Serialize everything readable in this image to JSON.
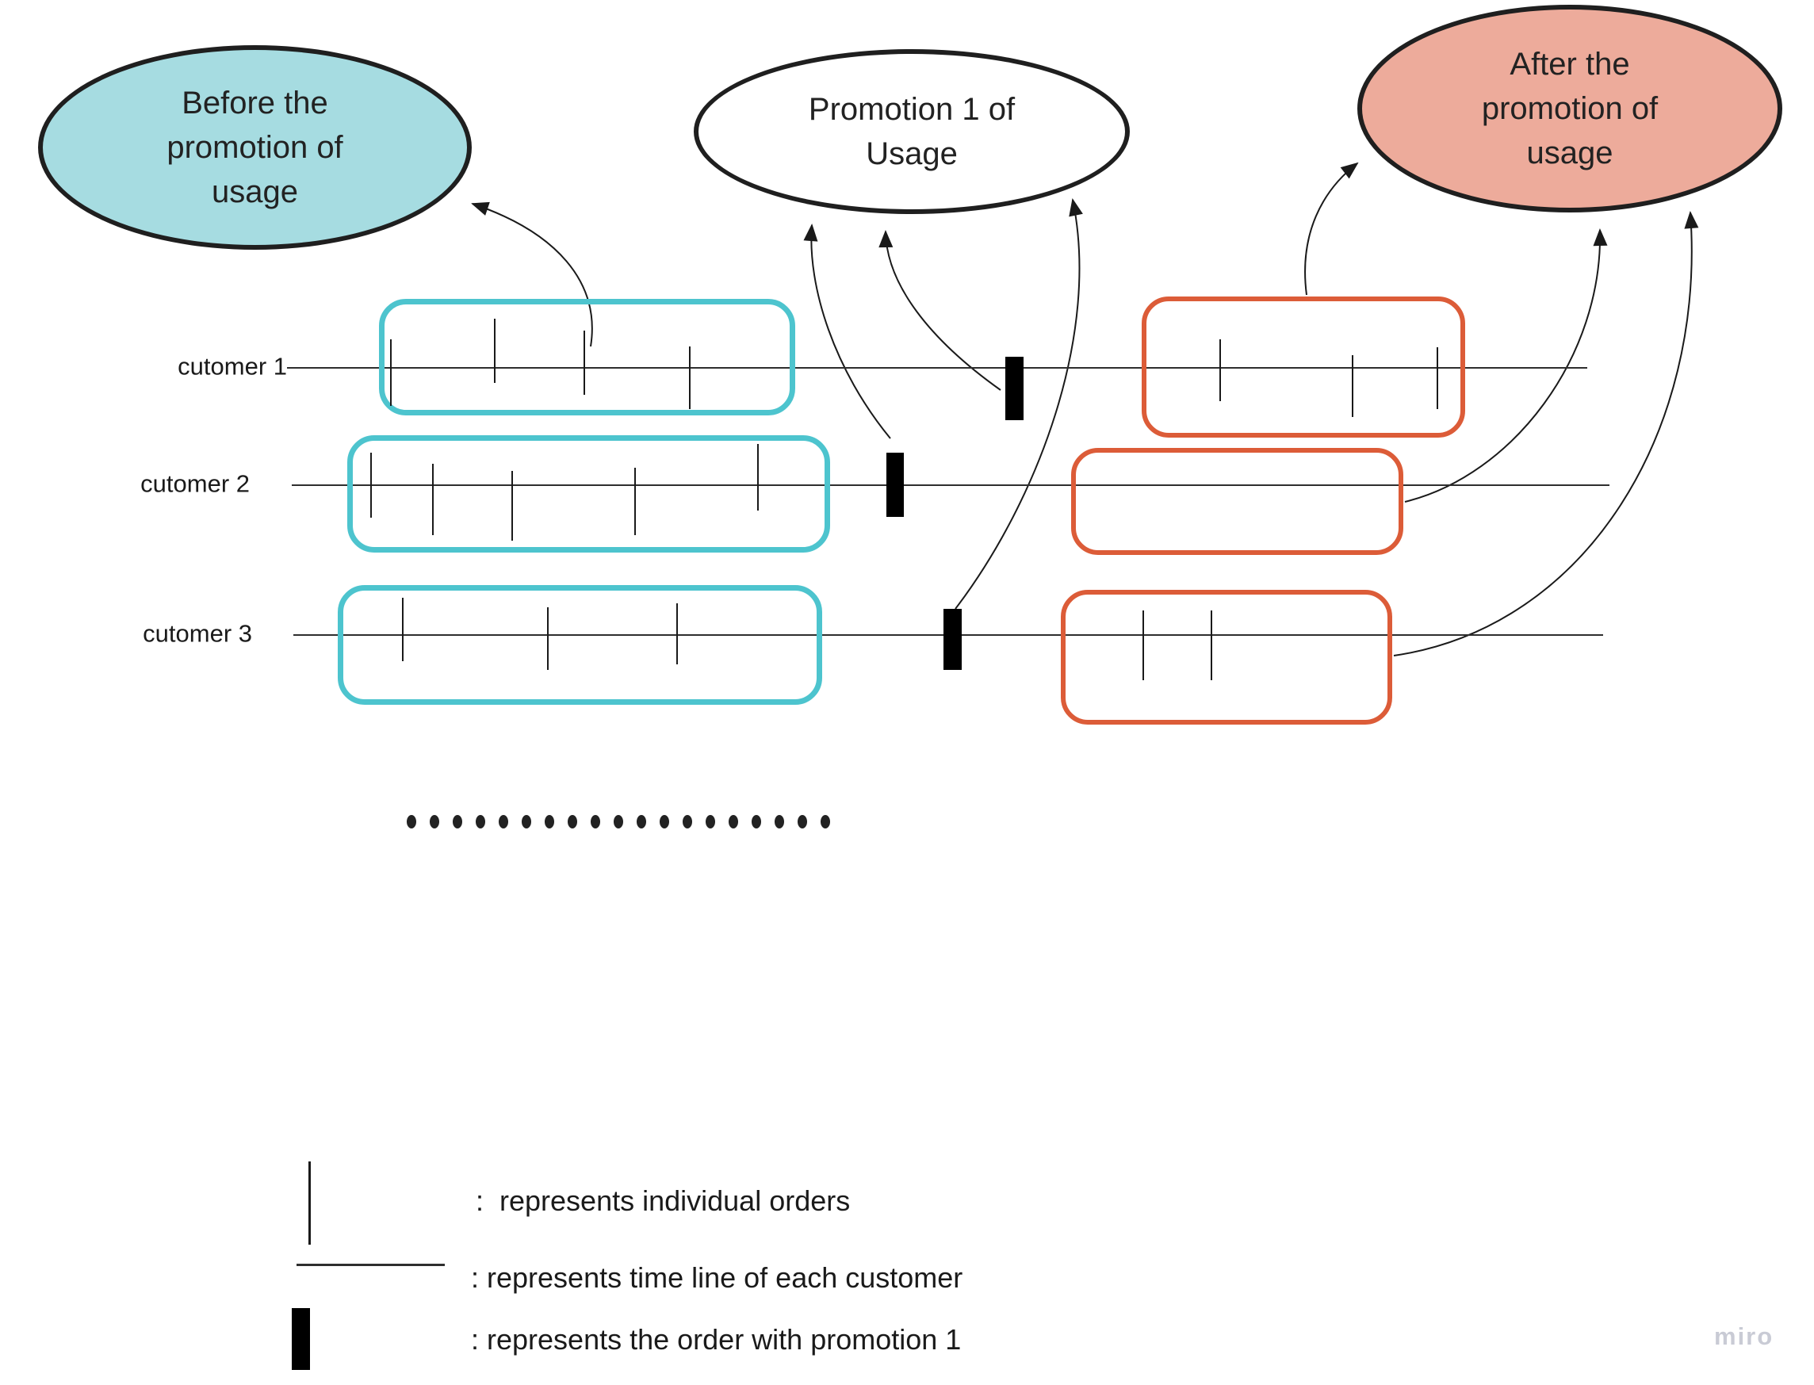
{
  "ellipses": {
    "before": {
      "lines": [
        "Before the",
        "promotion of",
        "usage"
      ],
      "fill": "#a6dce1"
    },
    "promotion": {
      "lines": [
        "Promotion 1 of",
        "Usage"
      ],
      "fill": "#ffffff"
    },
    "after": {
      "lines": [
        "After the",
        "promotion of",
        "usage"
      ],
      "fill": "#edab9b"
    }
  },
  "customers": [
    {
      "label": "cutomer 1",
      "orders_before": 4,
      "promo_orders": 1,
      "orders_after": 3
    },
    {
      "label": "cutomer 2",
      "orders_before": 5,
      "promo_orders": 1,
      "orders_after": 0
    },
    {
      "label": "cutomer 3",
      "orders_before": 3,
      "promo_orders": 1,
      "orders_after": 2
    }
  ],
  "ellipsis_dots": 19,
  "legend": [
    {
      "symbol": "order-tick",
      "text": ":  represents individual orders"
    },
    {
      "symbol": "timeline",
      "text": ": represents time line of each customer"
    },
    {
      "symbol": "promo-bar",
      "text": ": represents the order with promotion 1"
    }
  ],
  "watermark": "miro",
  "colors": {
    "before_fill": "#a6dce1",
    "after_fill": "#edab9b",
    "before_box_stroke": "#4dc4ce",
    "after_box_stroke": "#dc5c38",
    "shape_outline": "#1f1f1f",
    "promo_bar": "#000000",
    "watermark": "#c9cbd5"
  }
}
